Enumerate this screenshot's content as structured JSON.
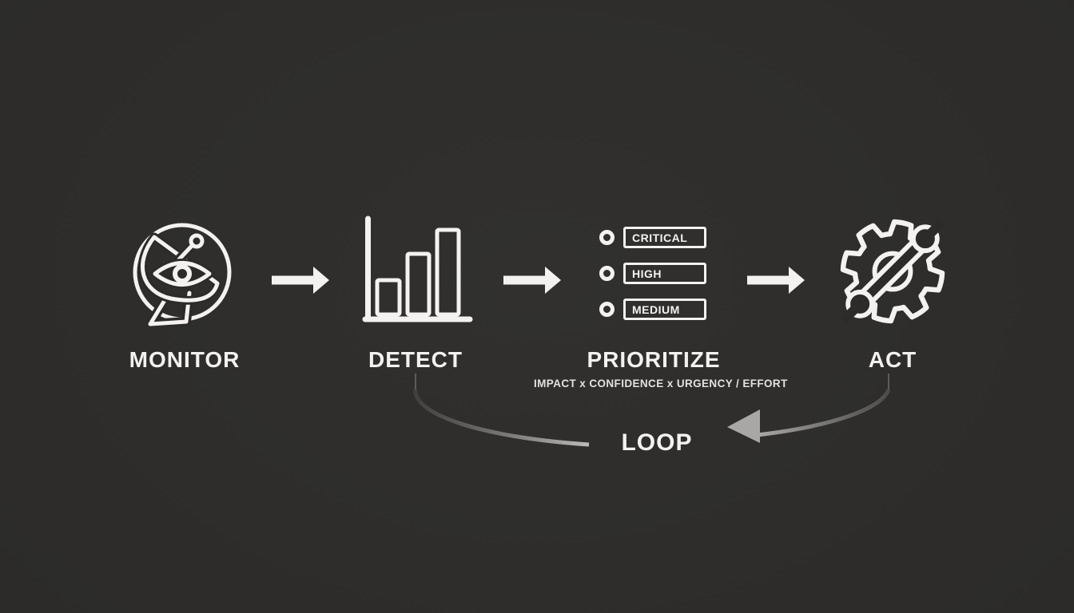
{
  "diagram": {
    "steps": [
      {
        "label": "MONITOR",
        "icon": "satellite-eye"
      },
      {
        "label": "DETECT",
        "icon": "bar-chart"
      },
      {
        "label": "PRIORITIZE",
        "icon": "priority-list",
        "formula": "IMPACT x CONFIDENCE x URGENCY / EFFORT",
        "priorities": [
          "CRITICAL",
          "HIGH",
          "MEDIUM"
        ]
      },
      {
        "label": "ACT",
        "icon": "gear-wrench"
      }
    ],
    "loop_label": "LOOP",
    "colors": {
      "background": "#2d2c2a",
      "foreground": "#f4f2f0",
      "loop_gray": "#a8a8a8"
    }
  }
}
